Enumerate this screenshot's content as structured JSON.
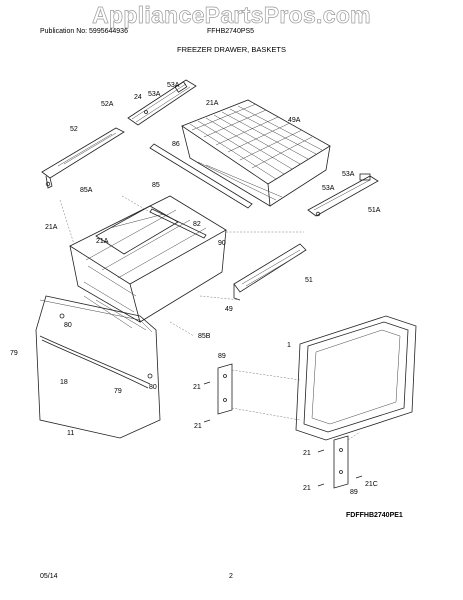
{
  "watermark": "AppliancePartsPros.com",
  "header": {
    "publication": "Publication No: 5995644936",
    "model": "FFHB2740PS5",
    "section_title": "FREEZER DRAWER, BASKETS"
  },
  "labels": {
    "l53a_top": "53A",
    "l53a_mid": "53A",
    "l24": "24",
    "l52a": "52A",
    "l21a_top": "21A",
    "l49a": "49A",
    "l52": "52",
    "l86": "86",
    "l53a_right_top": "53A",
    "l53a_right": "53A",
    "l51a": "51A",
    "l85a": "85A",
    "l85": "85",
    "l82": "82",
    "l21a_left": "21A",
    "l21a_mid": "21A",
    "l90": "90",
    "l51": "51",
    "l49": "49",
    "l85b": "85B",
    "l80_top": "80",
    "l79_left": "79",
    "l18": "18",
    "l79_mid": "79",
    "l80_bottom": "80",
    "l11": "11",
    "l89_top": "89",
    "l21_a": "21",
    "l21_b": "21",
    "l1": "1",
    "l21_c": "21",
    "l21c": "21C",
    "l21_d": "21",
    "l89_bottom": "89"
  },
  "footer": {
    "diagram_code": "FDFFHB2740PE1",
    "date": "05/14",
    "page": "2"
  }
}
